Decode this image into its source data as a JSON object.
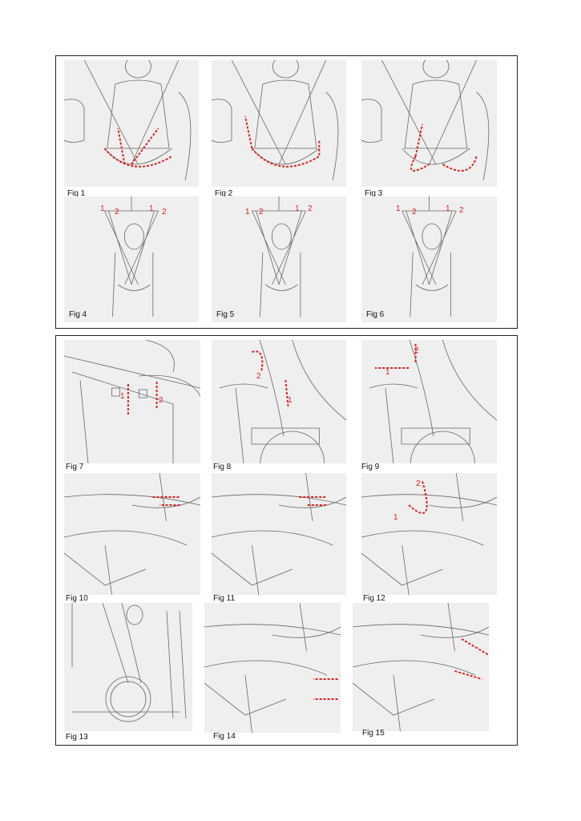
{
  "figures": [
    {
      "label": "Fig 1",
      "markers": []
    },
    {
      "label": "Fig 2",
      "markers": []
    },
    {
      "label": "Fig 3",
      "markers": []
    },
    {
      "label": "Fig 4",
      "markers": [
        "1",
        "2",
        "1",
        "2"
      ]
    },
    {
      "label": "Fig 5",
      "markers": [
        "1",
        "2",
        "1",
        "2"
      ]
    },
    {
      "label": "Fig 6",
      "markers": [
        "1",
        "2",
        "1",
        "2"
      ]
    },
    {
      "label": "Fig 7",
      "markers": [
        "1",
        "2"
      ]
    },
    {
      "label": "Fig 8",
      "markers": [
        "2",
        "1"
      ]
    },
    {
      "label": "Fig 9",
      "markers": [
        "1",
        "2"
      ]
    },
    {
      "label": "Fig 10",
      "markers": []
    },
    {
      "label": "Fig 11",
      "markers": []
    },
    {
      "label": "Fig 12",
      "markers": [
        "1",
        "2"
      ]
    },
    {
      "label": "Fig 13",
      "markers": []
    },
    {
      "label": "Fig 14",
      "markers": []
    },
    {
      "label": "Fig 15",
      "markers": []
    }
  ],
  "colors": {
    "arrow": "#e02020",
    "panel": "#efefef",
    "line": "#555555"
  }
}
